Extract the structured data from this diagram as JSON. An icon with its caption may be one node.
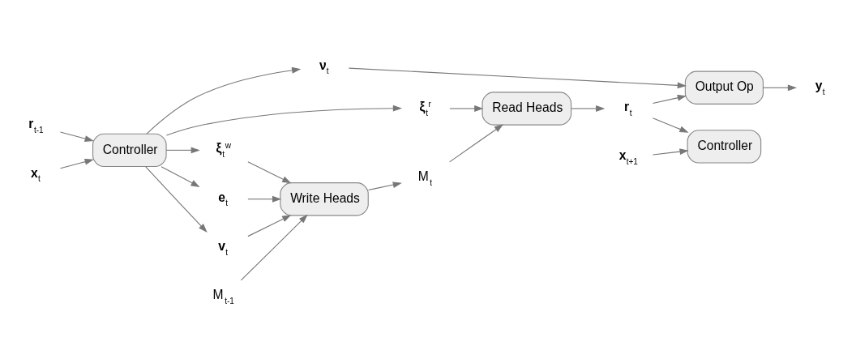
{
  "diagram": {
    "nodes": [
      {
        "text": [
          "**r**$_{t-1}$"
        ]
      },
      {
        "text": [
          "**x**$_{t}$"
        ]
      },
      {
        "text": [
          "Controller"
        ]
      },
      {
        "text": [
          "**ν**$_{t}$"
        ]
      },
      {
        "text": [
          "**ξ**$_{t}$$^{r}$"
        ]
      },
      {
        "text": [
          "**ξ**$_{t}$$^{w}$"
        ]
      },
      {
        "text": [
          "**e**$_{t}$"
        ]
      },
      {
        "text": [
          "**v**$_{t}$"
        ]
      },
      {
        "text": [
          "Write Heads"
        ]
      },
      {
        "text": [
          "M$_{t-1}$"
        ]
      },
      {
        "text": [
          "M$_{t}$"
        ]
      },
      {
        "text": [
          "Read Heads"
        ]
      },
      {
        "text": [
          "Output Op"
        ]
      },
      {
        "text": [
          "**y**$_{t}$"
        ]
      },
      {
        "text": [
          "**r**$_{t}$"
        ]
      },
      {
        "text": [
          "**x**$_{t+1}$"
        ]
      },
      {
        "text": [
          "Controller"
        ]
      }
    ],
    "edges": [
      {
        "from": 0,
        "to": 2,
        "arrow": "to"
      },
      {
        "from": 1,
        "to": 2,
        "arrow": "to"
      },
      {
        "from": 2,
        "to": 3,
        "arrow": "to"
      },
      {
        "from": 2,
        "to": 4,
        "arrow": "to"
      },
      {
        "from": 2,
        "to": 5,
        "arrow": "to"
      },
      {
        "from": 2,
        "to": 6,
        "arrow": "to"
      },
      {
        "from": 2,
        "to": 7,
        "arrow": "to"
      },
      {
        "from": 5,
        "to": 8,
        "arrow": "to"
      },
      {
        "from": 6,
        "to": 8,
        "arrow": "to"
      },
      {
        "from": 7,
        "to": 8,
        "arrow": "to"
      },
      {
        "from": 9,
        "to": 8,
        "arrow": "to"
      },
      {
        "from": 8,
        "to": 10,
        "arrow": "to"
      },
      {
        "from": 4,
        "to": 11,
        "arrow": "to"
      },
      {
        "from": 10,
        "to": 11,
        "arrow": "to"
      },
      {
        "from": 11,
        "to": 14,
        "arrow": "to"
      },
      {
        "from": 3,
        "to": 12,
        "arrow": "to"
      },
      {
        "from": 14,
        "to": 12,
        "arrow": "to"
      },
      {
        "from": 12,
        "to": 13,
        "arrow": "to"
      },
      {
        "from": 14,
        "to": 16,
        "arrow": "to"
      },
      {
        "from": 15,
        "to": 16,
        "arrow": "to"
      }
    ]
  }
}
